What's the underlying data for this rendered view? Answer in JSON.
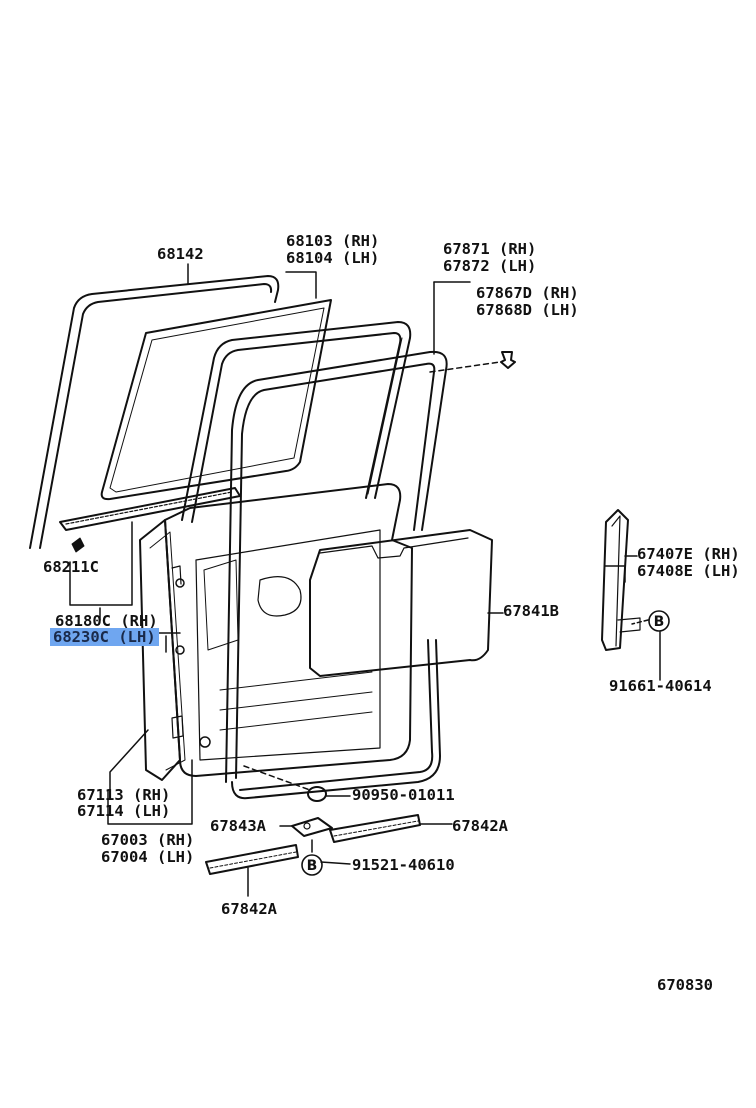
{
  "colors": {
    "line": "#111111",
    "highlight": "#6fa6f0"
  },
  "diagram_id": "670830",
  "parts": {
    "p68142": "68142",
    "p68103": "68103 (RH)",
    "p68104": "68104 (LH)",
    "p67871": "67871 (RH)",
    "p67872": "67872 (LH)",
    "p67867D": "67867D (RH)",
    "p67868D": "67868D (LH)",
    "p68211C": "68211C",
    "p68180C": "68180C (RH)",
    "p68230C": "68230C (LH)",
    "p67841B": "67841B",
    "p67407E": "67407E (RH)",
    "p67408E": "67408E (LH)",
    "p91661": "91661-40614",
    "p67113": "67113 (RH)",
    "p67114": "67114 (LH)",
    "p90950": "90950-01011",
    "p67843A": "67843A",
    "p67842A_right": "67842A",
    "p67003": "67003 (RH)",
    "p67004": "67004 (LH)",
    "p91521": "91521-40610",
    "p67842A_bottom": "67842A"
  },
  "markers": {
    "b1": "B",
    "b2": "B"
  }
}
